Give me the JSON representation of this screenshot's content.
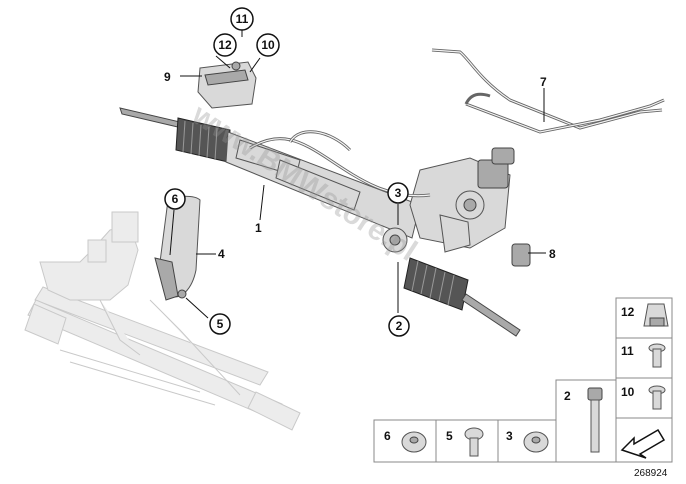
{
  "diagram": {
    "watermark": "www.BMWstore.pl",
    "document_number": "268924",
    "callouts": [
      {
        "id": "callout-1",
        "label": "1",
        "circled": false
      },
      {
        "id": "callout-2",
        "label": "2",
        "circled": true
      },
      {
        "id": "callout-3",
        "label": "3",
        "circled": true
      },
      {
        "id": "callout-4",
        "label": "4",
        "circled": false
      },
      {
        "id": "callout-5",
        "label": "5",
        "circled": true
      },
      {
        "id": "callout-6",
        "label": "6",
        "circled": true
      },
      {
        "id": "callout-7",
        "label": "7",
        "circled": false
      },
      {
        "id": "callout-8",
        "label": "8",
        "circled": false
      },
      {
        "id": "callout-9",
        "label": "9",
        "circled": false
      },
      {
        "id": "callout-10",
        "label": "10",
        "circled": true
      },
      {
        "id": "callout-11",
        "label": "11",
        "circled": true
      },
      {
        "id": "callout-12",
        "label": "12",
        "circled": true
      }
    ],
    "hardware_boxes": [
      {
        "id": "box-12",
        "label": "12"
      },
      {
        "id": "box-11",
        "label": "11"
      },
      {
        "id": "box-10",
        "label": "10"
      },
      {
        "id": "box-2",
        "label": "2"
      },
      {
        "id": "box-6",
        "label": "6"
      },
      {
        "id": "box-5",
        "label": "5"
      },
      {
        "id": "box-3",
        "label": "3"
      }
    ]
  }
}
